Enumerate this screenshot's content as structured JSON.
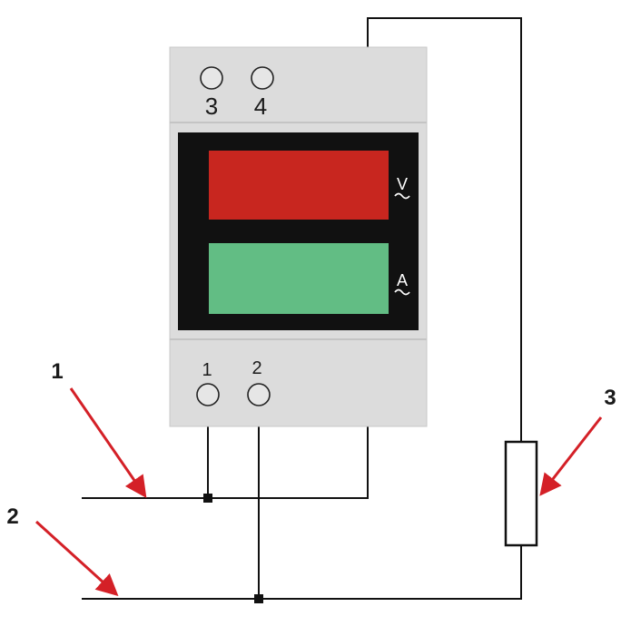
{
  "meter": {
    "top_terminals": [
      "3",
      "4"
    ],
    "bottom_terminals": [
      "1",
      "2"
    ],
    "voltage_unit": "V",
    "current_unit": "A",
    "voltage_panel_color": "#c8261f",
    "current_panel_color": "#62bd84",
    "body_color": "#dcdcdc",
    "display_frame_color": "#111111"
  },
  "callouts": {
    "one": "1",
    "two": "2",
    "three": "3",
    "arrow_color": "#d42027"
  }
}
